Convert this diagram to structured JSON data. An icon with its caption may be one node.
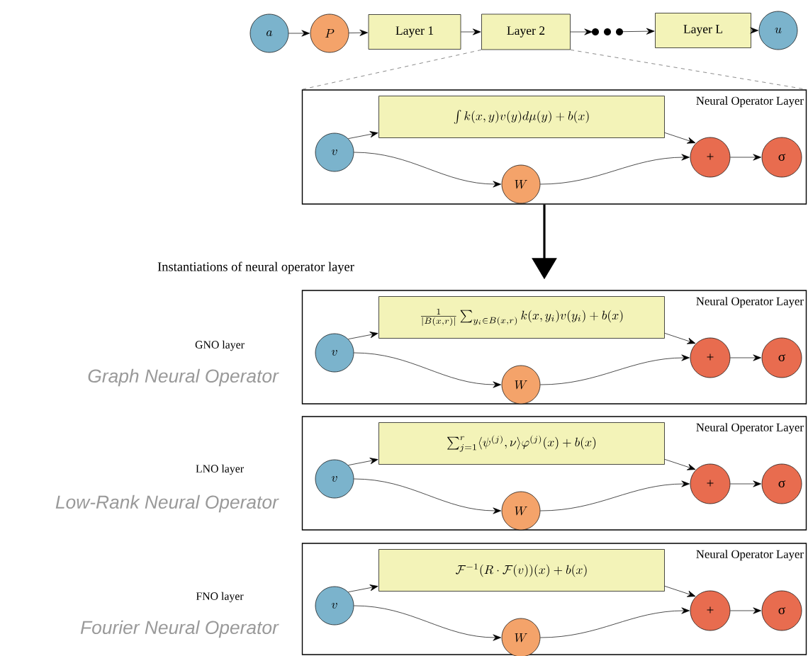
{
  "diagram": {
    "nodes": [
      {
        "text": [
          "a"
        ]
      },
      {
        "text": [
          "P"
        ]
      },
      {
        "text": [
          "Layer 1"
        ]
      },
      {
        "text": [
          "Layer 2"
        ]
      },
      {
        "text": [],
        "shape": "ellipsis"
      },
      {
        "text": [
          "Layer L"
        ]
      },
      {
        "text": [
          "u"
        ]
      },
      {
        "text": [
          "Neural Operator Layer"
        ]
      },
      {
        "text": [
          "v"
        ],
        "in": 7
      },
      {
        "text": [
          "\\int k(x,y)v(y)d\\mu(y) + b(x)"
        ],
        "in": 7
      },
      {
        "text": [
          "W"
        ],
        "in": 7
      },
      {
        "text": [
          "+"
        ],
        "in": 7
      },
      {
        "text": [
          "σ"
        ],
        "in": 7
      },
      {
        "text": [
          "Neural Operator Layer"
        ],
        "beside": [
          "GNO layer",
          "Graph Neural Operator"
        ]
      },
      {
        "text": [
          "v"
        ],
        "in": 13
      },
      {
        "text": [
          "\\frac{1}{|B(x,r)|}\\sum_{y_i\\in B(x,r)} k(x,y_i)v(y_i) + b(x)"
        ],
        "in": 13
      },
      {
        "text": [
          "W"
        ],
        "in": 13
      },
      {
        "text": [
          "+"
        ],
        "in": 13
      },
      {
        "text": [
          "σ"
        ],
        "in": 13
      },
      {
        "text": [
          "Neural Operator Layer"
        ],
        "beside": [
          "LNO layer",
          "Low-Rank Neural Operator"
        ]
      },
      {
        "text": [
          "v"
        ],
        "in": 19
      },
      {
        "text": [
          "\\sum_{j=1}^{r}\\langle\\psi^{(j)},\\nu\\rangle\\varphi^{(j)}(x) + b(x)"
        ],
        "in": 19
      },
      {
        "text": [
          "W"
        ],
        "in": 19
      },
      {
        "text": [
          "+"
        ],
        "in": 19
      },
      {
        "text": [
          "σ"
        ],
        "in": 19
      },
      {
        "text": [
          "Neural Operator Layer"
        ],
        "beside": [
          "FNO layer",
          "Fourier Neural Operator"
        ]
      },
      {
        "text": [
          "v"
        ],
        "in": 25
      },
      {
        "text": [
          "\\mathcal{F}^{-1}(R\\cdot\\mathcal{F}(v))(x) + b(x)"
        ],
        "in": 25
      },
      {
        "text": [
          "W"
        ],
        "in": 25
      },
      {
        "text": [
          "+"
        ],
        "in": 25
      },
      {
        "text": [
          "σ"
        ],
        "in": 25
      }
    ],
    "edges": [
      {
        "from": 0,
        "to": 1,
        "arrow": "to"
      },
      {
        "from": 1,
        "to": 2,
        "arrow": "to"
      },
      {
        "from": 2,
        "to": 3,
        "arrow": "to"
      },
      {
        "from": 3,
        "to": 4,
        "arrow": "to"
      },
      {
        "from": 4,
        "to": 5,
        "arrow": "to"
      },
      {
        "from": 5,
        "to": 6,
        "arrow": "to"
      },
      {
        "from": 3,
        "to": 7,
        "arrow": "none",
        "style": "dashed"
      },
      {
        "from": 3,
        "to": 7,
        "arrow": "none",
        "style": "dashed"
      },
      {
        "from": 7,
        "to": 13,
        "arrow": "to",
        "style": "thick"
      },
      {
        "from": 8,
        "to": 9,
        "arrow": "to"
      },
      {
        "from": 8,
        "to": 10,
        "arrow": "to"
      },
      {
        "from": 9,
        "to": 11,
        "arrow": "to"
      },
      {
        "from": 10,
        "to": 11,
        "arrow": "to"
      },
      {
        "from": 11,
        "to": 12,
        "arrow": "to"
      },
      {
        "from": 14,
        "to": 15,
        "arrow": "to"
      },
      {
        "from": 14,
        "to": 16,
        "arrow": "to"
      },
      {
        "from": 15,
        "to": 17,
        "arrow": "to"
      },
      {
        "from": 16,
        "to": 17,
        "arrow": "to"
      },
      {
        "from": 17,
        "to": 18,
        "arrow": "to"
      },
      {
        "from": 20,
        "to": 21,
        "arrow": "to"
      },
      {
        "from": 20,
        "to": 22,
        "arrow": "to"
      },
      {
        "from": 21,
        "to": 23,
        "arrow": "to"
      },
      {
        "from": 22,
        "to": 23,
        "arrow": "to"
      },
      {
        "from": 23,
        "to": 24,
        "arrow": "to"
      },
      {
        "from": 26,
        "to": 27,
        "arrow": "to"
      },
      {
        "from": 26,
        "to": 28,
        "arrow": "to"
      },
      {
        "from": 27,
        "to": 29,
        "arrow": "to"
      },
      {
        "from": 28,
        "to": 29,
        "arrow": "to"
      },
      {
        "from": 29,
        "to": 30,
        "arrow": "to"
      }
    ],
    "labels": [
      "Instantiations of  neural operator layer"
    ]
  }
}
